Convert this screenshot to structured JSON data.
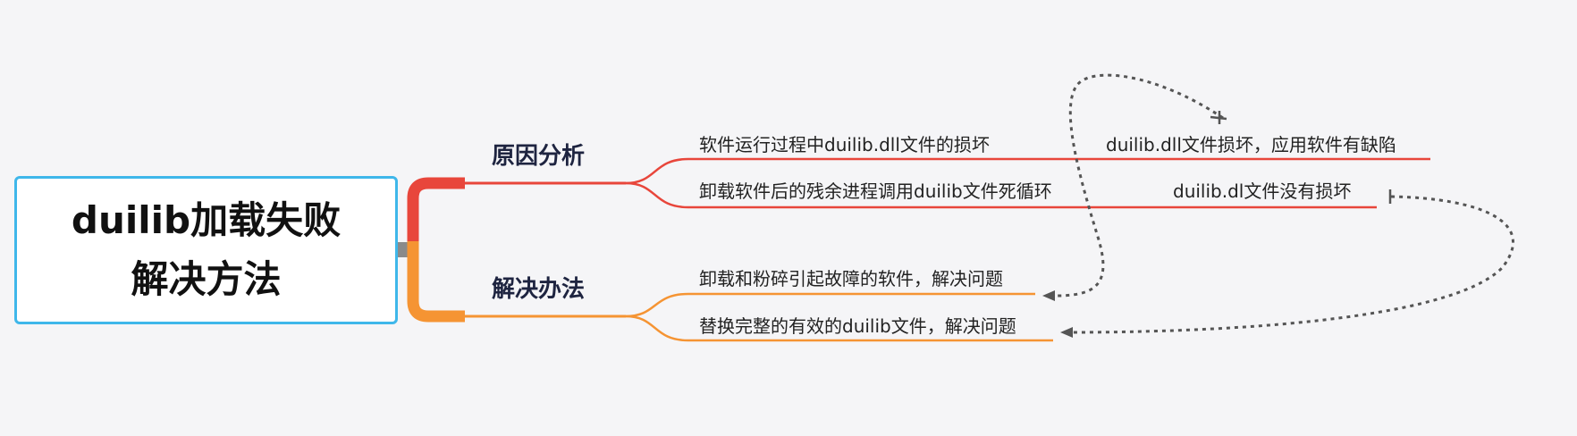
{
  "root": {
    "line1": "duilib加载失败",
    "line2": "解决方法",
    "border_color": "#3fb7ea"
  },
  "branches": [
    {
      "label": "原因分析",
      "color": "#e8463b",
      "items": [
        "软件运行过程中duilib.dll文件的损坏",
        "卸载软件后的残余进程调用duilib文件死循环"
      ]
    },
    {
      "label": "解决办法",
      "color": "#f59433",
      "items": [
        "卸载和粉碎引起故障的软件，解决问题",
        "替换完整的有效的duilib文件，解决问题"
      ]
    }
  ],
  "sub_leaves": [
    "duilib.dll文件损坏，应用软件有缺陷",
    "duilib.dl文件没有损坏"
  ],
  "relations": [
    {
      "from": "duilib.dll文件损坏，应用软件有缺陷",
      "to": "卸载和粉碎引起故障的软件，解决问题"
    },
    {
      "from": "duilib.dl文件没有损坏",
      "to": "替换完整的有效的duilib文件，解决问题"
    }
  ],
  "relation_color": "#555555"
}
